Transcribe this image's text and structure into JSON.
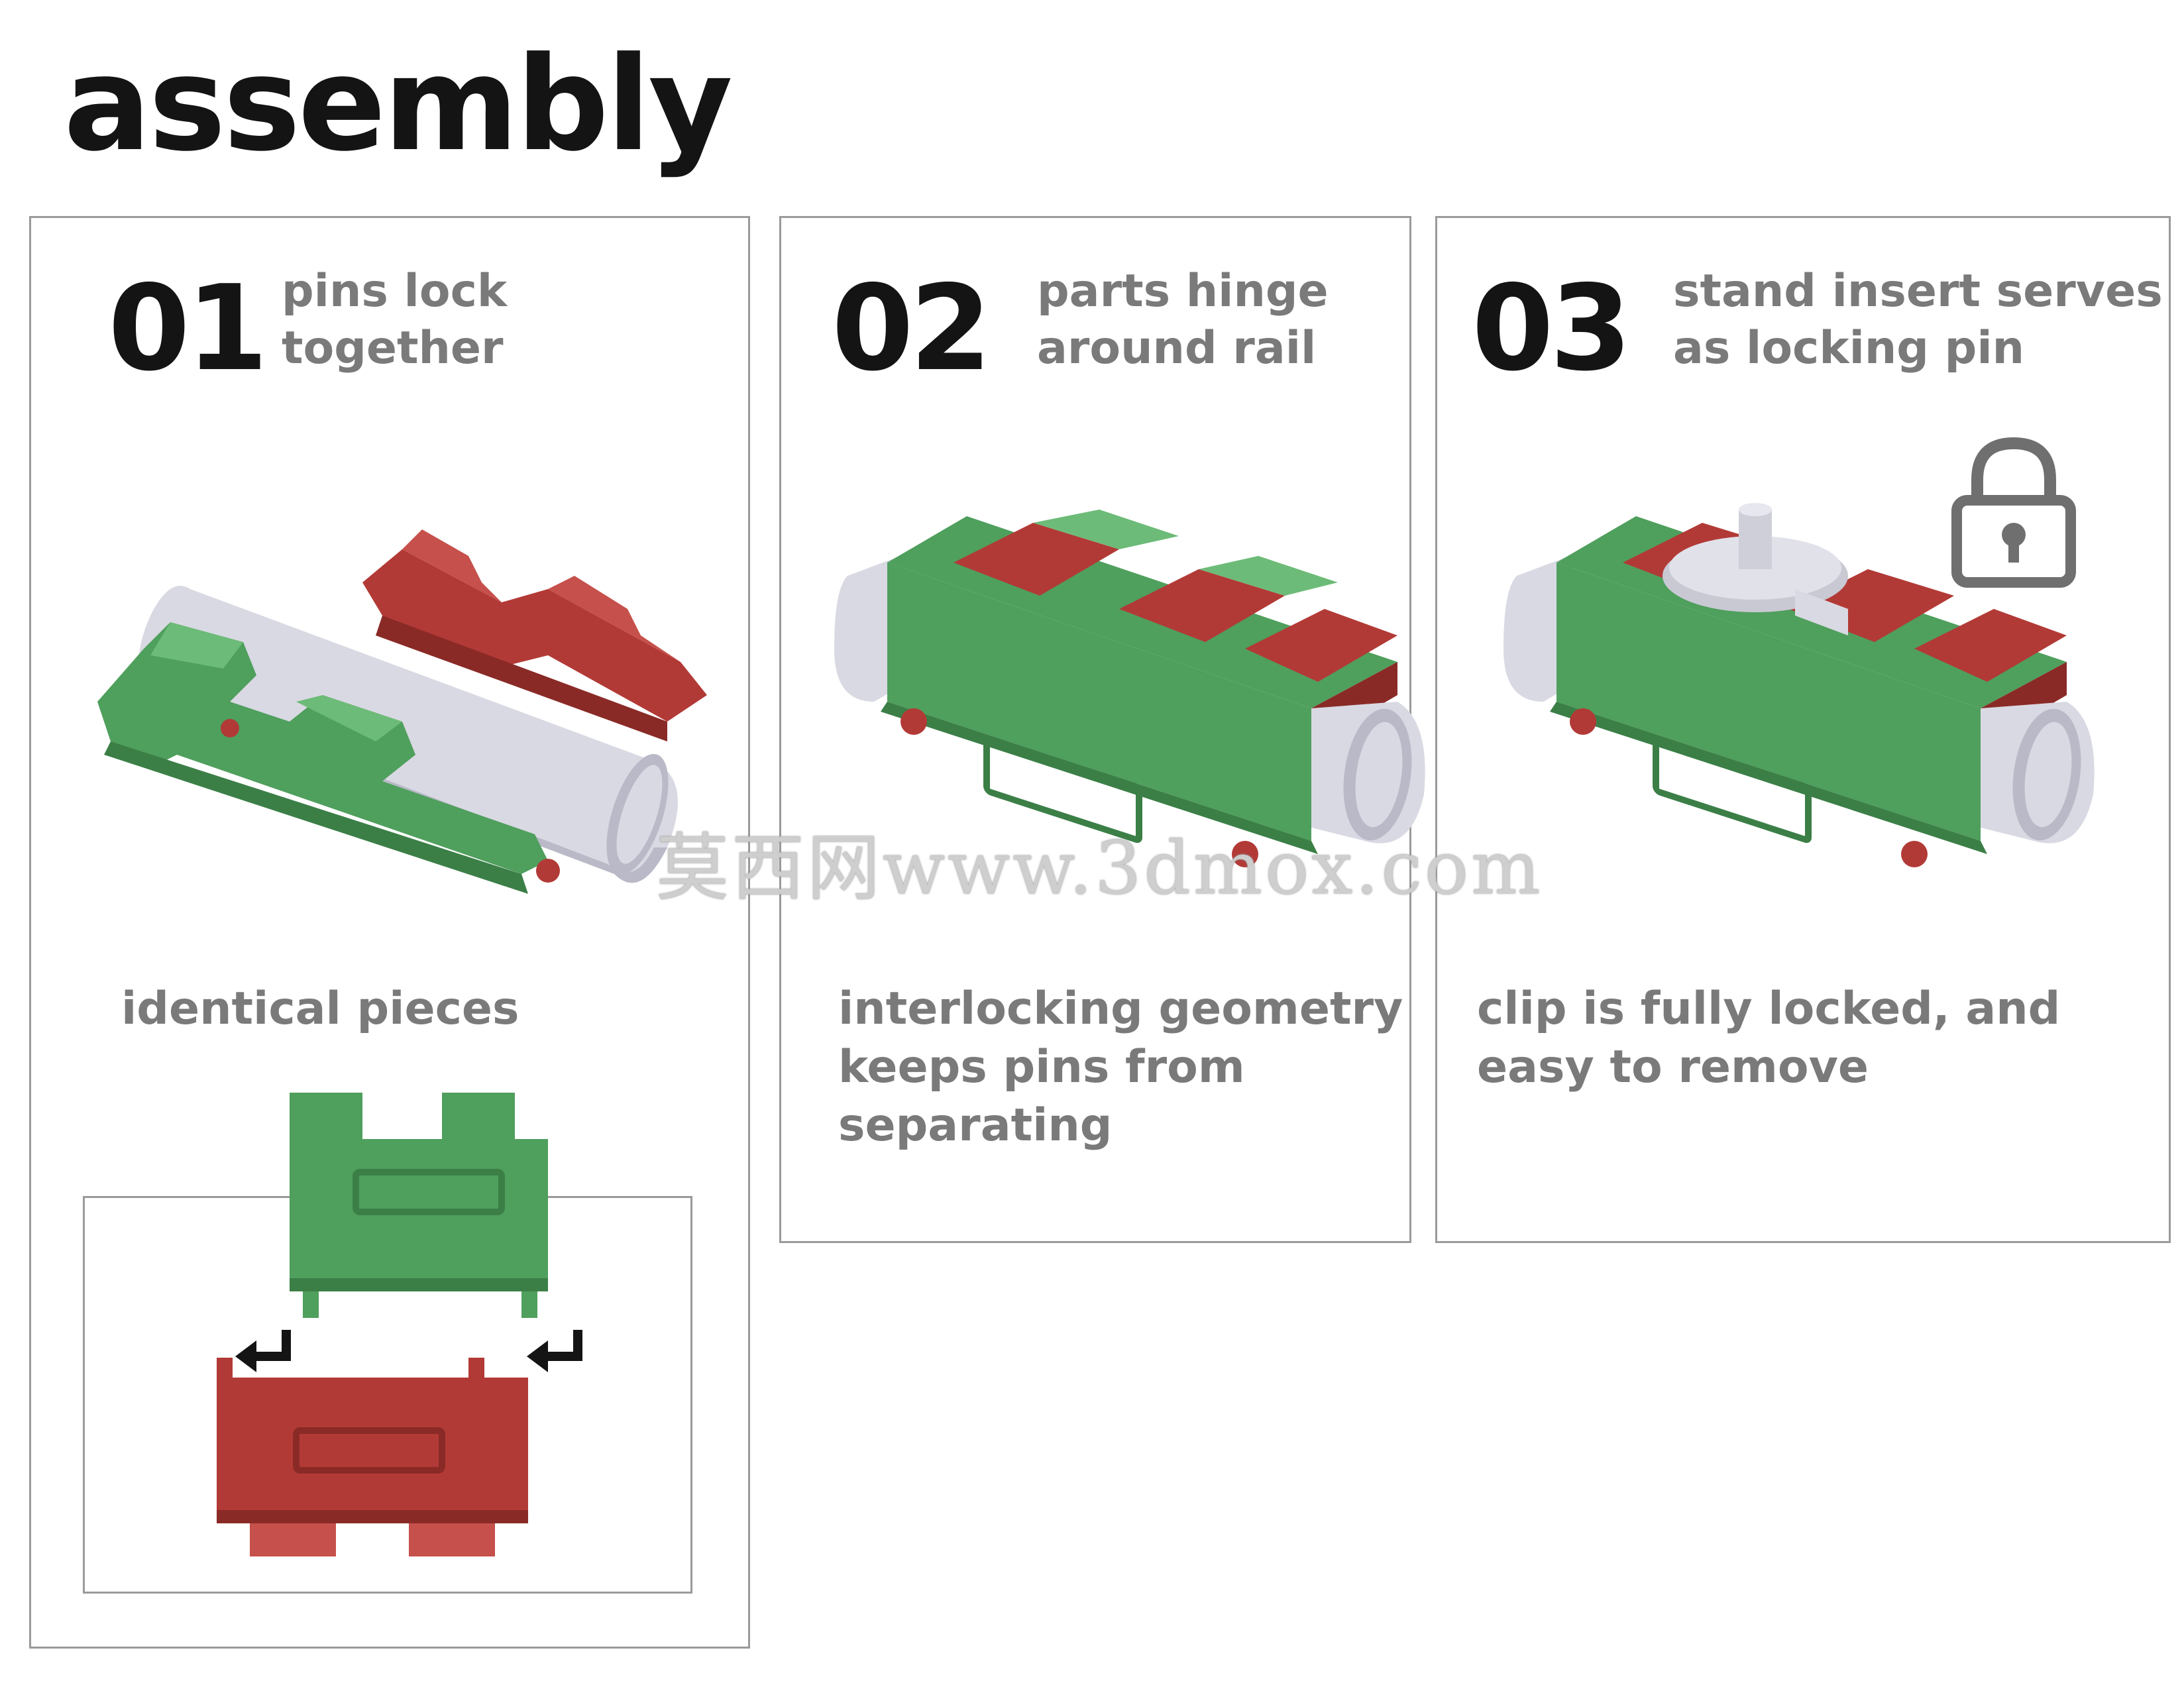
{
  "title": "assembly",
  "colors": {
    "green": "#4f9f5d",
    "green_dark": "#3b7f47",
    "green_light": "#6dbb78",
    "red": "#b23a36",
    "red_dark": "#8a2a27",
    "rail": "#d9d9e3",
    "rail_dark": "#b9b9c7",
    "border": "#9a9a9a",
    "caption": "#7a7a7a"
  },
  "steps": [
    {
      "number": "01",
      "caption": [
        "pins lock",
        "together"
      ],
      "description": [
        "identical pieces"
      ]
    },
    {
      "number": "02",
      "caption": [
        "parts hinge",
        "around rail"
      ],
      "description": [
        "interlocking geometry",
        "keeps pins from",
        "separating"
      ]
    },
    {
      "number": "03",
      "caption": [
        "stand insert serves",
        "as locking pin"
      ],
      "description": [
        "clip is fully locked, and",
        "easy to remove"
      ]
    }
  ],
  "icons": {
    "lock": "lock-icon",
    "arrow": "return-arrow-icon"
  },
  "watermark": "莫西网www.3dmox.com"
}
